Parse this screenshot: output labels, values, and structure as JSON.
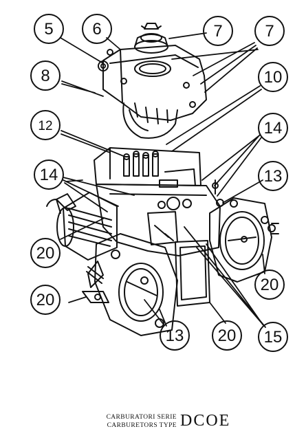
{
  "callouts": {
    "c5": "5",
    "c6": "6",
    "c7a": "7",
    "c7b": "7",
    "c8": "8",
    "c10": "10",
    "c12": "12",
    "c14a": "14",
    "c14b": "14",
    "c13a": "13",
    "c13b": "13",
    "c20a": "20",
    "c20b": "20",
    "c20c": "20",
    "c20d": "20",
    "c15": "15"
  },
  "caption": {
    "line1": "CARBURATORI SERIE",
    "line2": "CARBURETORS TYPE",
    "type": "DCOE"
  }
}
